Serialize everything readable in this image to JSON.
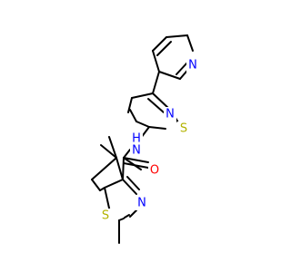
{
  "diagram": {
    "colors": {
      "bond": "#000000",
      "nitrogen": "#0000ff",
      "sulfur": "#b3b300",
      "oxygen": "#ff0000",
      "background": "#ffffff"
    },
    "atoms": {
      "n_pyridine": "N",
      "n_thiazole_top": "N",
      "s_thiazole_top": "S",
      "nh_amide": "H\nN",
      "nh_h": "H",
      "nh_n": "N",
      "o_carbonyl": "O",
      "n_thiazole_bottom": "N",
      "s_thiazole_bottom": "S"
    }
  }
}
